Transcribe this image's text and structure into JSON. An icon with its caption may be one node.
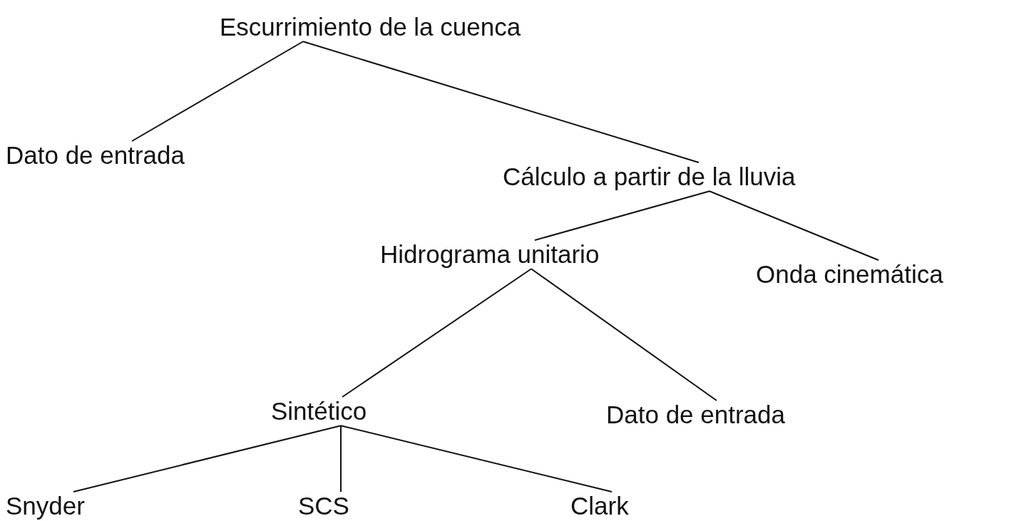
{
  "diagram": {
    "nodes": [
      {
        "text": [
          "Escurrimiento de la cuenca"
        ]
      },
      {
        "text": [
          "Dato de entrada"
        ]
      },
      {
        "text": [
          "Cálculo a partir de la lluvia"
        ]
      },
      {
        "text": [
          "Hidrograma unitario"
        ]
      },
      {
        "text": [
          "Onda cinemática"
        ]
      },
      {
        "text": [
          "Sintético"
        ]
      },
      {
        "text": [
          "Dato de entrada"
        ]
      },
      {
        "text": [
          "Snyder"
        ]
      },
      {
        "text": [
          "SCS"
        ]
      },
      {
        "text": [
          "Clark"
        ]
      }
    ],
    "edges": [
      {
        "from": 0,
        "to": 1,
        "arrow": "none"
      },
      {
        "from": 0,
        "to": 2,
        "arrow": "none"
      },
      {
        "from": 2,
        "to": 3,
        "arrow": "none"
      },
      {
        "from": 2,
        "to": 4,
        "arrow": "none"
      },
      {
        "from": 3,
        "to": 5,
        "arrow": "none"
      },
      {
        "from": 3,
        "to": 6,
        "arrow": "none"
      },
      {
        "from": 5,
        "to": 7,
        "arrow": "none"
      },
      {
        "from": 5,
        "to": 8,
        "arrow": "none"
      },
      {
        "from": 5,
        "to": 9,
        "arrow": "none"
      }
    ]
  }
}
